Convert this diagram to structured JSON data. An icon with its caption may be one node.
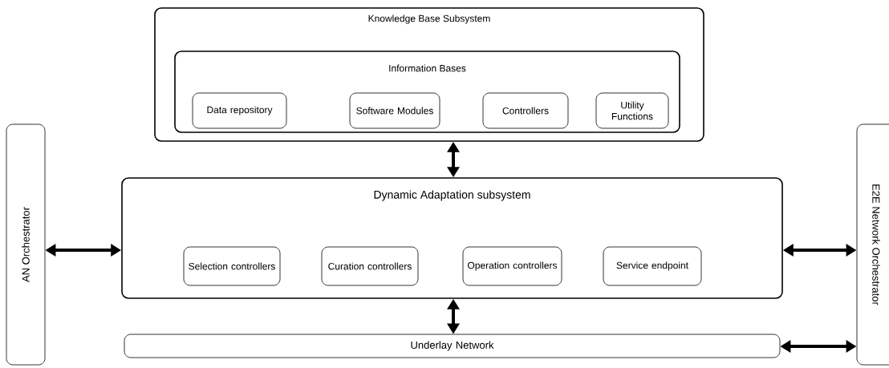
{
  "diagram": {
    "nodes": [
      {
        "text": [
          "Knowledge Base Subsystem"
        ]
      },
      {
        "text": [
          "Information Bases"
        ],
        "in": 0
      },
      {
        "text": [
          "Data repository"
        ],
        "in": 1
      },
      {
        "text": [
          "Software Modules"
        ],
        "in": 1
      },
      {
        "text": [
          "Controllers"
        ],
        "in": 1
      },
      {
        "text": [
          "Utility Functions"
        ],
        "in": 1
      },
      {
        "text": [
          "AN Orchestrator"
        ]
      },
      {
        "text": [
          "Dynamic Adaptation subsystem"
        ]
      },
      {
        "text": [
          "Selection controllers"
        ],
        "in": 7
      },
      {
        "text": [
          "Curation controllers"
        ],
        "in": 7
      },
      {
        "text": [
          "Operation controllers"
        ],
        "in": 7
      },
      {
        "text": [
          "Service endpoint"
        ],
        "in": 7
      },
      {
        "text": [
          "Underlay Network"
        ]
      },
      {
        "text": [
          "E2E Network Orchestrator"
        ]
      }
    ],
    "edges": [
      {
        "from": 0,
        "to": 7,
        "arrow": "both"
      },
      {
        "from": 6,
        "to": 7,
        "arrow": "both"
      },
      {
        "from": 7,
        "to": 13,
        "arrow": "both"
      },
      {
        "from": 7,
        "to": 12,
        "arrow": "both"
      },
      {
        "from": 12,
        "to": 13,
        "arrow": "both"
      }
    ]
  }
}
